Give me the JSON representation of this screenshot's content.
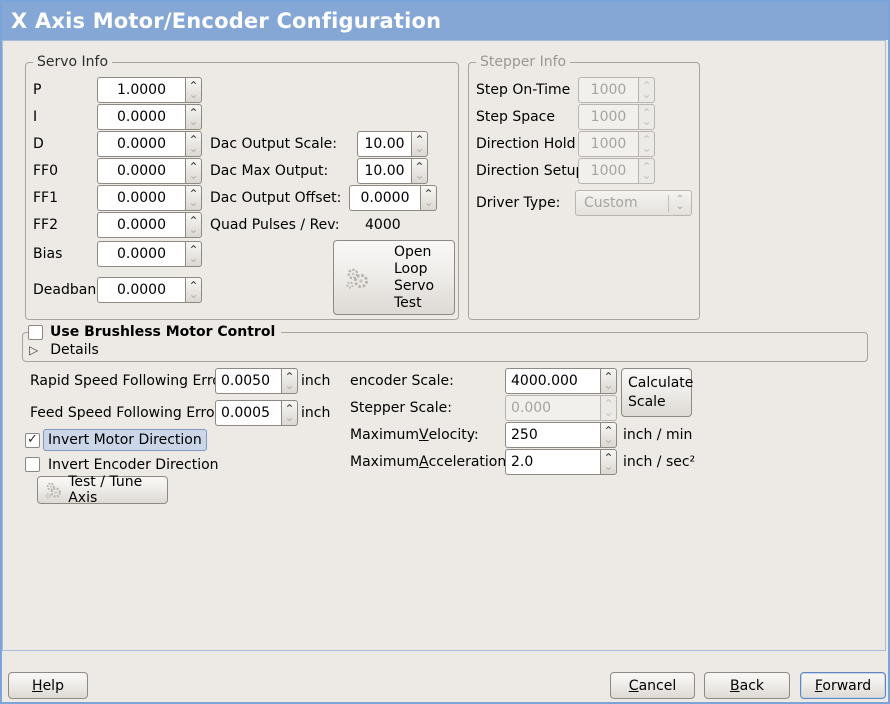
{
  "window": {
    "title": "X Axis Motor/Encoder Configuration"
  },
  "colors": {
    "titlebar_bg": "#85A7D6",
    "titlebar_text": "#FFFFFF",
    "window_border": "#7BA4D8",
    "content_bg": "#EDEAE6",
    "focus_highlight_bg": "#CBD7E8",
    "focus_highlight_border": "#8099BC",
    "disabled_text": "#A8A49D"
  },
  "icons": {
    "spin_up": "⌃",
    "spin_down": "⌄",
    "check": "✓",
    "expander_collapsed": "▷"
  },
  "servo": {
    "legend": "Servo Info",
    "rows": [
      {
        "label": "P",
        "value": "1.0000"
      },
      {
        "label": "I",
        "value": "0.0000"
      },
      {
        "label": "D",
        "value": "0.0000"
      },
      {
        "label": "FF0",
        "value": "0.0000"
      },
      {
        "label": "FF1",
        "value": "0.0000"
      },
      {
        "label": "FF2",
        "value": "0.0000"
      },
      {
        "label": "Bias",
        "value": "0.0000"
      },
      {
        "label": "Deadband",
        "value": "0.0000"
      }
    ]
  },
  "dac": {
    "rows": [
      {
        "label": "Dac Output Scale:",
        "value": "10.00"
      },
      {
        "label": "Dac Max Output:",
        "value": "10.00"
      },
      {
        "label": "Dac Output Offset:",
        "value": "0.0000"
      }
    ],
    "quad": {
      "label": "Quad Pulses / Rev:",
      "value": "4000"
    },
    "open_loop_label": "Open\nLoop\nServo\nTest"
  },
  "stepper": {
    "legend": "Stepper Info",
    "rows": [
      {
        "label": "Step On-Time",
        "value": "1000"
      },
      {
        "label": "Step Space",
        "value": "1000"
      },
      {
        "label": "Direction Hold",
        "value": "1000"
      },
      {
        "label": "Direction Setup",
        "value": "1000"
      }
    ],
    "driver": {
      "label": "Driver Type:",
      "value": "Custom"
    }
  },
  "brushless": {
    "label": "Use Brushless Motor Control",
    "checked": false,
    "details": "Details"
  },
  "ferror": {
    "rows": [
      {
        "label": "Rapid Speed Following Error:",
        "value": "0.0050",
        "unit": "inch"
      },
      {
        "label": "Feed Speed Following Error:",
        "value": "0.0005",
        "unit": "inch"
      }
    ]
  },
  "invert": {
    "motor": {
      "label": "Invert Motor Direction",
      "checked": true
    },
    "encoder": {
      "label": "Invert Encoder Direction",
      "checked": false
    }
  },
  "test_tune": {
    "label": "Test / Tune Axis"
  },
  "scales": {
    "encoder": {
      "label": "encoder Scale:",
      "value": "4000.000"
    },
    "calculate": {
      "label": "Calculate Scale"
    },
    "stepper": {
      "label": "Stepper Scale:",
      "value": "0.000"
    },
    "velocity": {
      "pre": "Maximum ",
      "u": "V",
      "post": "elocity:",
      "value": "250",
      "unit": "inch / min"
    },
    "accel": {
      "pre": "Maximum ",
      "u": "A",
      "post": "cceleration:",
      "value": "2.0",
      "unit": "inch / sec²"
    }
  },
  "footer": {
    "help": {
      "pre": "",
      "u": "H",
      "post": "elp"
    },
    "cancel": {
      "pre": "",
      "u": "C",
      "post": "ancel"
    },
    "back": {
      "pre": "",
      "u": "B",
      "post": "ack"
    },
    "forward": {
      "pre": "",
      "u": "F",
      "post": "orward"
    }
  }
}
